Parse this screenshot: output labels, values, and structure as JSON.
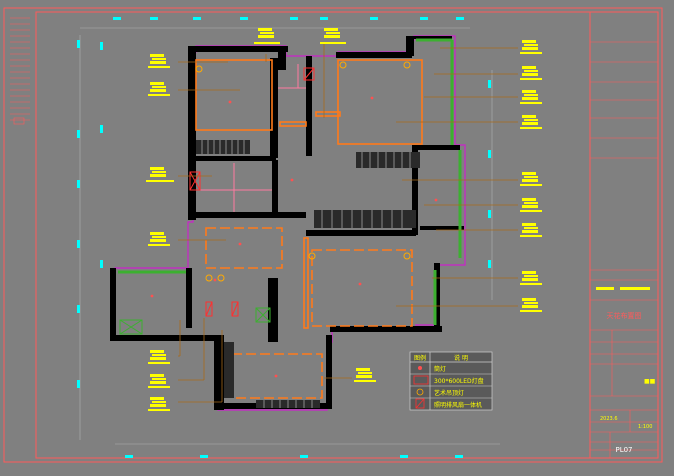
{
  "colors": {
    "background": "#808080",
    "frame": "#ff5a5a",
    "wall": "#000000",
    "magenta": "#c030c0",
    "orange": "#ff7a1a",
    "green": "#3cb030",
    "yellow": "#ffff00",
    "cyan": "#00ffff",
    "leader": "#a86a1a",
    "legend_bg": "#5a5a5a"
  },
  "drawing": {
    "title": "天花布置图",
    "sheet_no": "PL07",
    "date_code": "2023.6",
    "scale": "1:100"
  },
  "legend": {
    "header_symbol": "图例",
    "header_desc": "说 明",
    "rows": [
      {
        "icon": "downlight-icon",
        "text": "筒灯"
      },
      {
        "icon": "led-panel-icon",
        "text": "300*600LED灯盘"
      },
      {
        "icon": "spotlight-icon",
        "text": "艺术吊顶灯"
      },
      {
        "icon": "exhaust-fan-icon",
        "text": "照明排风扇一体机"
      }
    ]
  }
}
